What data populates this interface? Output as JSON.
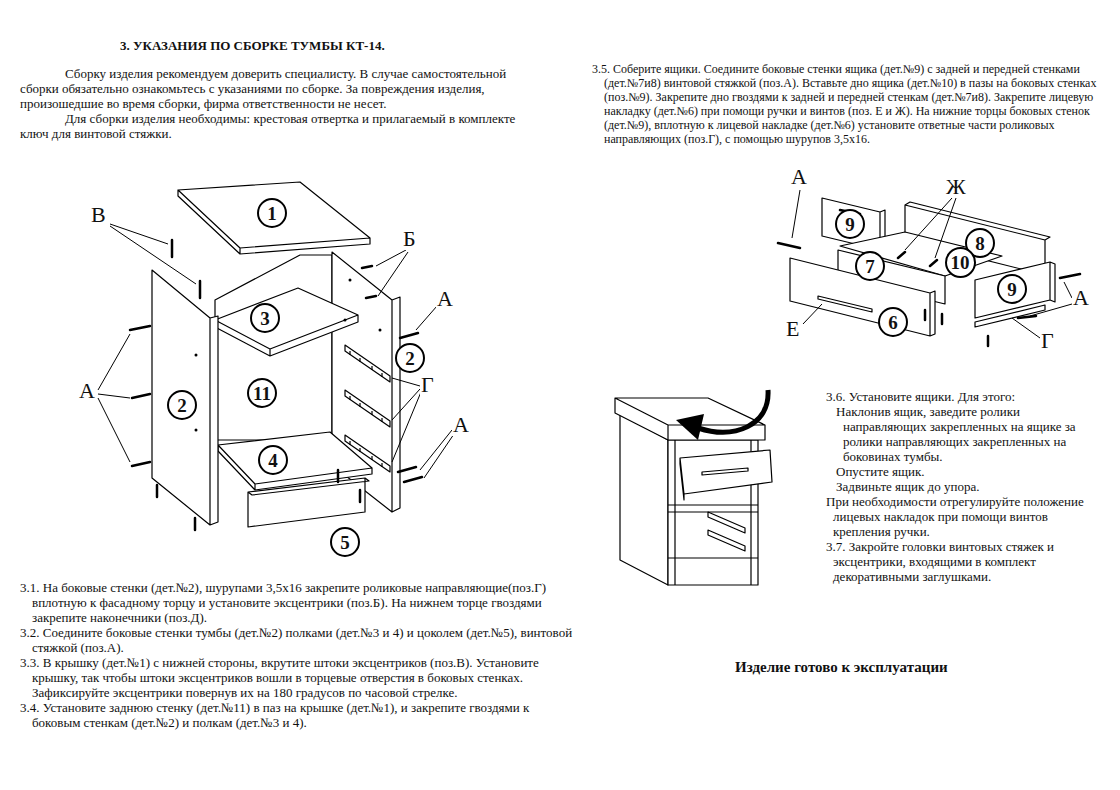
{
  "diagram": {
    "title": "3. УКАЗАНИЯ ПО СБОРКЕ ТУМБЫ  КТ-14.",
    "nodes": [
      {
        "text": [
          "1"
        ]
      },
      {
        "text": [
          "3"
        ]
      },
      {
        "text": [
          "2"
        ]
      },
      {
        "text": [
          "11"
        ]
      },
      {
        "text": [
          "2"
        ]
      },
      {
        "text": [
          "4"
        ]
      },
      {
        "text": [
          "5"
        ]
      },
      {
        "text": [
          "9"
        ]
      },
      {
        "text": [
          "8"
        ]
      },
      {
        "text": [
          "7"
        ]
      },
      {
        "text": [
          "10"
        ]
      },
      {
        "text": [
          "9"
        ]
      },
      {
        "text": [
          "6"
        ]
      }
    ],
    "labels": [
      "Сборку изделия рекомендуем доверить специалисту. В случае самостоятельной сборки обязательно ознакомьтесь с указаниями по сборке. За повреждения изделия, произошедшие во время сборки, фирма ответственности не несет.",
      "Для сборки изделия необходимы: крестовая отвертка  и прилагаемый в комплекте ключ для винтовой стяжки.",
      "В",
      "Б",
      "А",
      "А",
      "Г",
      "А",
      "3.1. На боковые стенки (дет.№2), шурупами 3,5х16 закрепите роликовые направляющие(поз.Г) вплотную к фасадному торцу  и установите эксцентрики (поз.Б). На нижнем торце гвоздями закрепите наконечники (поз.Д).",
      "3.2. Соедините боковые стенки тумбы  (дет.№2) полками (дет.№3 и 4) и цоколем (дет.№5), винтовой стяжкой (поз.А).",
      "3.3.  В крышку (дет.№1) с нижней стороны, вкрутите штоки эксцентриков (поз.В). Установите крышку, так чтобы штоки эксцентриков вошли в торцевые отверстия в боковых стенках. Зафиксируйте эксцентрики повернув их на 180 градусов по часовой стрелке.",
      "3.4. Установите заднюю стенку (дет.№11) в паз на крышке (дет.№1), и закрепите гвоздями к боковым стенкам (дет.№2) и полкам (дет.№3 и 4).",
      "3.5. Соберите ящики. Соедините боковые стенки ящика (дет.№9) с задней и передней стенками (дет.№7и8) винтовой стяжкой (поз.А). Вставьте дно ящика (дет.№10) в пазы на боковых стенках (поз.№9). Закрепите дно гвоздями к задней и передней стенкам (дет.№7и8). Закрепите лицевую накладку (дет.№6) при помощи ручки и винтов (поз. Е и Ж). На нижние торцы боковых стенок (дет.№9), вплотную к лицевой накладке (дет.№6) установите ответные части роликовых направляющих (поз.Г), с помощью шурупов 3,5х16.",
      "А",
      "Ж",
      "А",
      "Г",
      "Е",
      "3.6. Установите ящики. Для этого:",
      "Наклонив ящик, заведите ролики направляющих закрепленных на ящике за ролики направляющих закрепленных на боковинах тумбы.",
      "Опустите ящик.",
      "Задвиньте ящик до упора.",
      "При необходимости отрегулируйте положение лицевых накладок при помощи винтов крепления ручки.",
      "3.7. Закройте головки винтовых стяжек и эксцентрики, входящими в комплект декоративными заглушками.",
      "Изделие готово к эксплуатации"
    ]
  }
}
